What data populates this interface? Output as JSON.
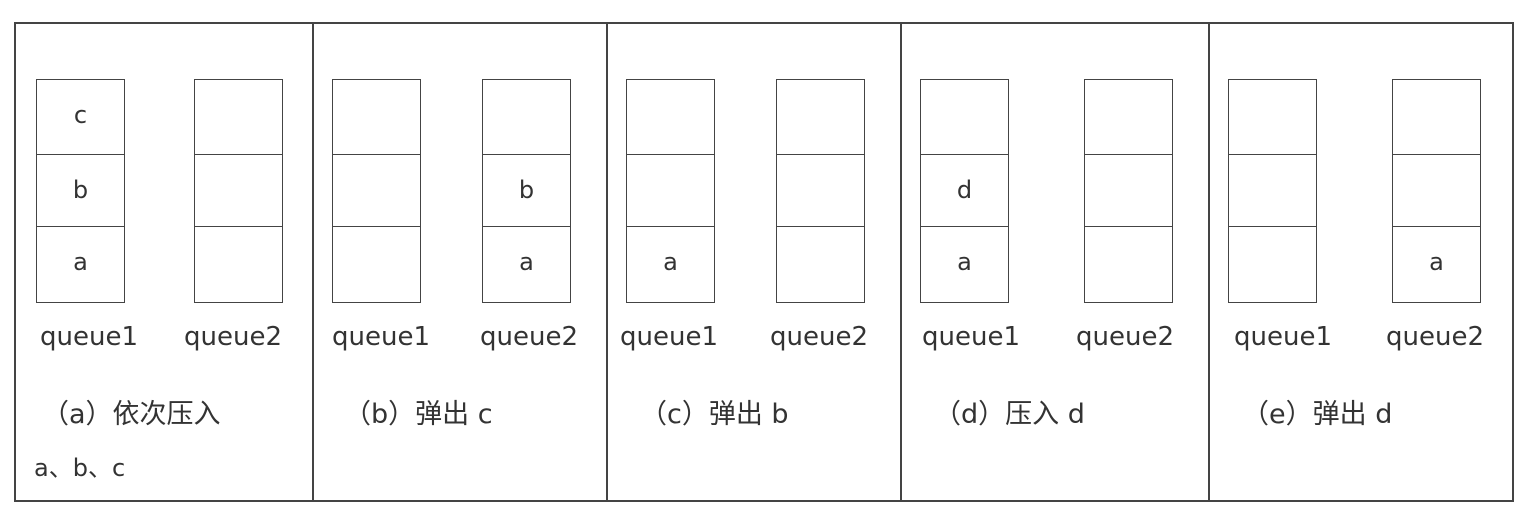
{
  "panels": [
    {
      "caption": "（a）依次压入",
      "caption_line2": "a、b、c",
      "queue1": {
        "label": "queue1",
        "cells": [
          "c",
          "b",
          "a"
        ]
      },
      "queue2": {
        "label": "queue2",
        "cells": [
          "",
          "",
          ""
        ]
      }
    },
    {
      "caption": "（b）弹出 c",
      "queue1": {
        "label": "queue1",
        "cells": [
          "",
          "",
          ""
        ]
      },
      "queue2": {
        "label": "queue2",
        "cells": [
          "",
          "b",
          "a"
        ]
      }
    },
    {
      "caption": "（c）弹出 b",
      "queue1": {
        "label": "queue1",
        "cells": [
          "",
          "",
          "a"
        ]
      },
      "queue2": {
        "label": "queue2",
        "cells": [
          "",
          "",
          ""
        ]
      }
    },
    {
      "caption": "（d）压入 d",
      "queue1": {
        "label": "queue1",
        "cells": [
          "",
          "d",
          "a"
        ]
      },
      "queue2": {
        "label": "queue2",
        "cells": [
          "",
          "",
          ""
        ]
      }
    },
    {
      "caption": "（e）弹出 d",
      "queue1": {
        "label": "queue1",
        "cells": [
          "",
          "",
          ""
        ]
      },
      "queue2": {
        "label": "queue2",
        "cells": [
          "",
          "",
          "a"
        ]
      }
    }
  ]
}
